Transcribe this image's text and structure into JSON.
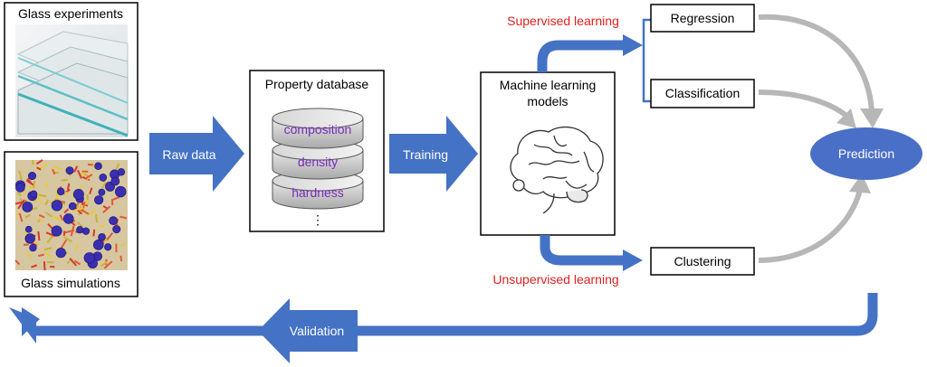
{
  "sources": {
    "experiments_label": "Glass experiments",
    "simulations_label": "Glass simulations",
    "experiments_image": "glass-sheets-photo",
    "simulations_image": "atomic-structure-render"
  },
  "flow": {
    "raw_data_label": "Raw data",
    "training_label": "Training",
    "validation_label": "Validation"
  },
  "database": {
    "title": "Property database",
    "records": [
      "composition",
      "density",
      "hardness"
    ],
    "more": "⋮",
    "icon": "database-icon"
  },
  "models": {
    "title_line1": "Machine learning",
    "title_line2": "models",
    "icon": "brain-icon"
  },
  "branches": {
    "supervised_label": "Supervised learning",
    "unsupervised_label": "Unsupervised learning",
    "regression": "Regression",
    "classification": "Classification",
    "clustering": "Clustering",
    "prediction": "Prediction"
  },
  "colors": {
    "arrow_blue": "#4472c4",
    "prediction_fill": "#4a6fc7",
    "label_red": "#e02020",
    "record_purple": "#7a2bb8",
    "gray_arrow": "#b7b7b7"
  }
}
